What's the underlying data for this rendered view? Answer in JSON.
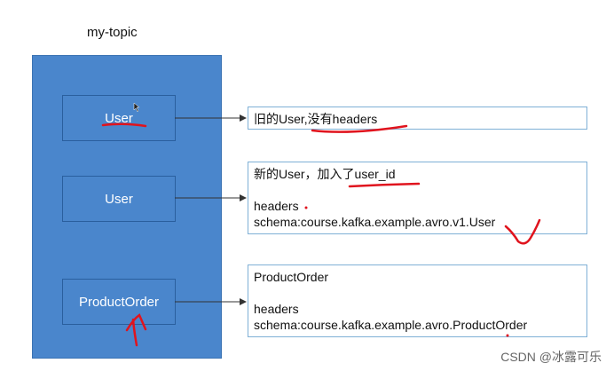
{
  "topic": {
    "title": "my-topic"
  },
  "messages": [
    {
      "label": "User"
    },
    {
      "label": "User"
    },
    {
      "label": "ProductOrder"
    }
  ],
  "descriptions": [
    {
      "lines": [
        "旧的User,没有headers"
      ]
    },
    {
      "lines": [
        "新的User，加入了user_id",
        "",
        "headers",
        "schema:course.kafka.example.avro.v1.User"
      ]
    },
    {
      "lines": [
        "ProductOrder",
        "",
        "headers",
        "schema:course.kafka.example.avro.ProductOrder"
      ]
    }
  ],
  "watermark": "CSDN @冰露可乐",
  "colors": {
    "topic_fill": "#4a86cc",
    "annotation_red": "#e0141e",
    "desc_border": "#7fb0d6"
  }
}
